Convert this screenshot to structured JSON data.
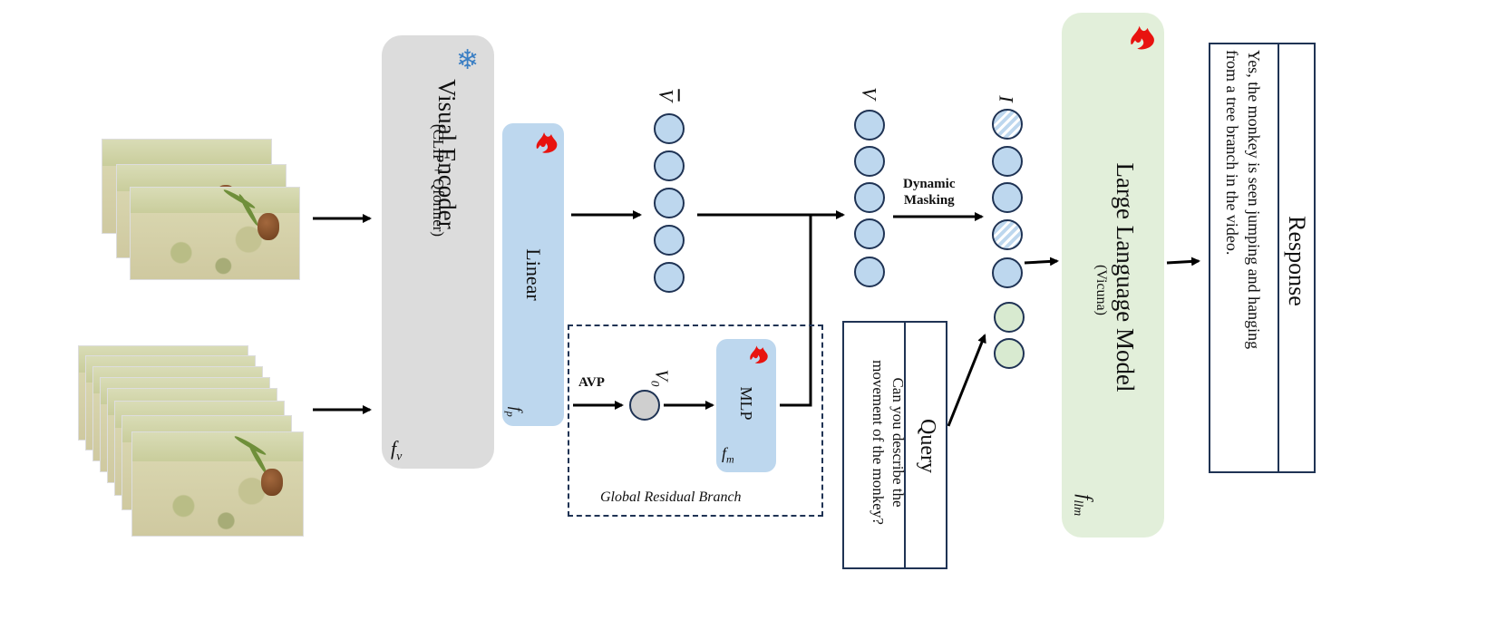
{
  "visual_encoder": {
    "title": "Visual Encoder",
    "subtitle": "(CLIP + Qformer)",
    "func": "f",
    "func_sub": "v"
  },
  "linear": {
    "title": "Linear",
    "func": "f",
    "func_sub": "p"
  },
  "mlp": {
    "title": "MLP",
    "func": "f",
    "func_sub": "m"
  },
  "global_branch": {
    "label": "Global Residual Branch",
    "avp_label": "AVP",
    "v0": "V",
    "v0_sub": "0"
  },
  "tokens": {
    "v_bar": "V",
    "v": "V",
    "i": "I"
  },
  "dynamic_masking": {
    "line1": "Dynamic",
    "line2": "Masking"
  },
  "query": {
    "header": "Query",
    "text_line1": "Can you describe the",
    "text_line2": "movement of the monkey?"
  },
  "llm": {
    "title": "Large  Language Model",
    "subtitle": "(Vicuna)",
    "func": "f",
    "func_sub": "llm"
  },
  "response": {
    "header": "Response",
    "text_line1": "Yes, the monkey is seen jumping and hanging",
    "text_line2": "from a tree branch in the video."
  },
  "icons": {
    "frozen": "snowflake-icon",
    "trainable": "flame-icon"
  },
  "colors": {
    "encoder_gray": "#dcdcdc",
    "linear_blue": "#bdd7ee",
    "llm_green": "#e2efda",
    "token_blue": "#bdd7ee",
    "token_green": "#d8ead0",
    "token_gray": "#cfcfcf",
    "flame_red": "#e8130f",
    "border_navy": "#1f3354"
  }
}
